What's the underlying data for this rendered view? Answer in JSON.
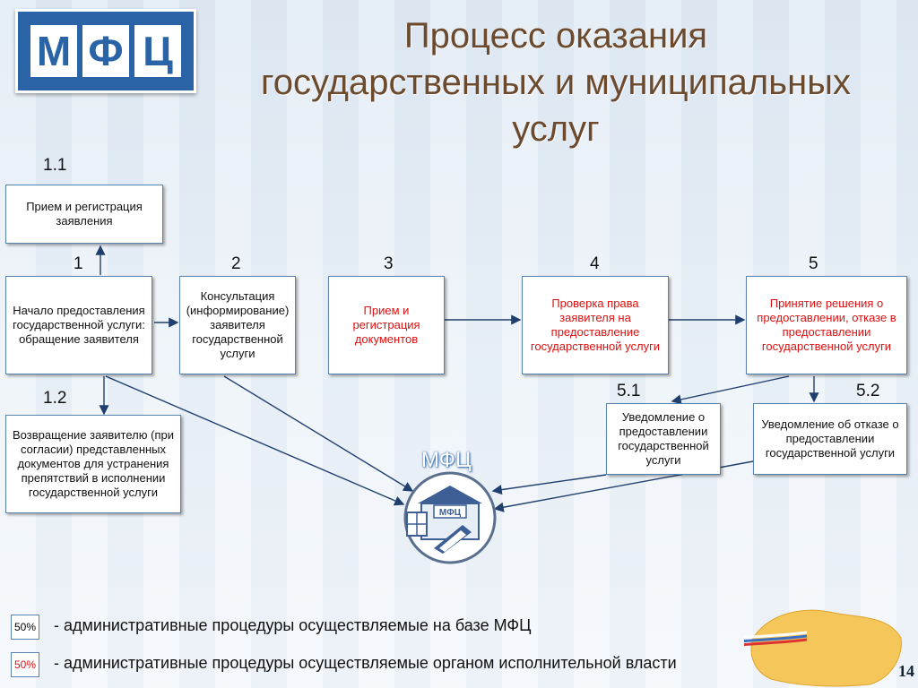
{
  "logo": {
    "letters": [
      "М",
      "Ф",
      "Ц"
    ]
  },
  "title": [
    "Процесс оказания",
    "государственных и муниципальных",
    "услуг"
  ],
  "steps": {
    "s1_1": {
      "num": "1.1",
      "text": "Прием и регистрация заявления"
    },
    "s1": {
      "num": "1",
      "text": "Начало предоставления государственной услуги: обращение заявителя"
    },
    "s1_2": {
      "num": "1.2",
      "text": "Возвращение заявителю (при согласии) представленных документов для устранения препятствий в исполнении государственной услуги"
    },
    "s2": {
      "num": "2",
      "text": "Консультация (информирование) заявителя государственной услуги"
    },
    "s3": {
      "num": "3",
      "text": "Прием и регистрация документов"
    },
    "s4": {
      "num": "4",
      "text": "Проверка права заявителя на предоставление государственной услуги"
    },
    "s5": {
      "num": "5",
      "text": "Принятие решения о предоставлении, отказе в предоставлении государственной услуги"
    },
    "s5_1": {
      "num": "5.1",
      "text": "Уведомление о предоставлении государственной услуги"
    },
    "s5_2": {
      "num": "5.2",
      "text": "Уведомление об отказе о предоставлении государственной услуги"
    }
  },
  "mfc_center": {
    "label": "МФЦ",
    "sign": "МФЦ"
  },
  "legend": [
    {
      "badge": "50%",
      "text": "- административные процедуры осуществляемые на базе МФЦ",
      "color": "#111111"
    },
    {
      "badge": "50%",
      "text": "- административные процедуры осуществляемые органом исполнительной власти",
      "color": "#dd1111"
    }
  ],
  "page_number": "14",
  "colors": {
    "title": "#6b4a2e",
    "accent": "#2a63a6",
    "red_text": "#dd1111"
  }
}
